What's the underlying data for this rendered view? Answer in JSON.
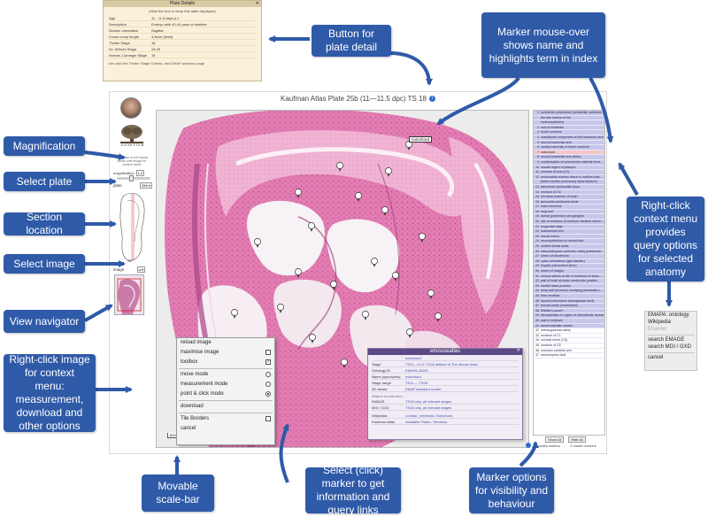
{
  "callouts": {
    "button_plate_detail": "Button for plate detail",
    "marker_mouseover": "Marker mouse-over shows name and highlights term in index",
    "magnification": "Magnification",
    "select_plate": "Select plate",
    "section_location": "Section location",
    "select_image": "Select image",
    "view_navigator": "View navigator",
    "right_click_image": "Right-click image for context menu: measurement, download and other options",
    "right_click_context": "Right-click context menu provides query options for selected anatomy",
    "movable_scalebar": "Movable scale-bar",
    "select_marker": "Select (click) marker to get information and query links",
    "marker_options": "Marker options for visibility and behaviour"
  },
  "plate_details": {
    "title": "Plate Details",
    "subtitle": "(Hide the  icon to keep this table displayed)",
    "rows": [
      {
        "k": "Age",
        "v": "11 - 11.5 days p.c."
      },
      {
        "k": "Description",
        "v": "Embryo with 40-44 pairs of somites"
      },
      {
        "k": "Section orientation",
        "v": "Sagittal"
      },
      {
        "k": "Crown-rump length",
        "v": "4.8mm (fixed)"
      },
      {
        "k": "Theiler Stage",
        "v": "18"
      },
      {
        "k": "Int. Witschi Stage",
        "v": "28-29"
      },
      {
        "k": "Human, Carnegie Stage",
        "v": "15"
      }
    ],
    "footer": "see also the Theiler Stage Criteria, and EMAP anatomy page"
  },
  "app": {
    "title": "Kaufman Atlas Plate 25b (11—11.5 dpc) TS 18",
    "logo_text": "ELSEVIER",
    "mag_note": "Right-click or roll mouse-wheel over image for context menu",
    "mag_label": "magnification",
    "mag_value": "1.4",
    "plate_label": "plate",
    "plate_value": "25b",
    "image_label": "image",
    "image_value": "a",
    "section_label": "25b",
    "scalebar": "800 µm",
    "marker_tip": "notochord"
  },
  "context_menu": {
    "items": [
      {
        "label": "reload image",
        "control": "none"
      },
      {
        "label": "maximise image",
        "control": "check",
        "checked": false
      },
      {
        "label": "toolbox",
        "control": "check",
        "checked": true
      },
      {
        "sep": true
      },
      {
        "label": "move mode",
        "control": "radio",
        "on": false
      },
      {
        "label": "measurement mode",
        "control": "radio",
        "on": false
      },
      {
        "label": "point & click mode",
        "control": "radio",
        "on": true
      },
      {
        "sep": true
      },
      {
        "label": "download",
        "control": "none"
      },
      {
        "sep": true
      },
      {
        "label": "Tile Borders",
        "control": "check",
        "checked": false
      },
      {
        "label": "cancel",
        "control": "none"
      }
    ]
  },
  "popup": {
    "title": "emouseatlas",
    "rows_top": [
      {
        "k": "",
        "v": "notochord"
      },
      {
        "k": "Stage",
        "v": "TS11—11.5, TS18 defined in The Mouse Atlas"
      },
      {
        "k": "Ontology ID",
        "v": "EMAPA:16261"
      },
      {
        "k": "Name (synonyms)",
        "v": "notochord"
      },
      {
        "k": "Stage range",
        "v": "TS11 — TS28"
      },
      {
        "k": "3D viewer",
        "v": "EMAP standard model"
      }
    ],
    "search_head": "Search on this term",
    "rows_search": [
      {
        "k": "EMAGE",
        "v": "TS18 only, all relevant stages"
      },
      {
        "k": "MGI / GXD",
        "v": "TS18 only, all relevant stages"
      }
    ],
    "rows_bottom": [
      {
        "k": "Wikipedia",
        "v": "Lumbar_vertebrae, Notochord"
      },
      {
        "k": "Kaufman Atlas",
        "v": "Available Plates / Sections"
      }
    ]
  },
  "index": {
    "items": [
      {
        "n": "1",
        "label": "cerebellar primordium (cerebellar rudiment derived from dorsal part)"
      },
      {
        "n": "",
        "label": "the alar lamina of the"
      },
      {
        "n": "",
        "label": "metencephalon)"
      },
      {
        "n": "2",
        "label": "roof of hindbrain"
      },
      {
        "n": "3",
        "label": "fourth ventricle"
      },
      {
        "n": "4",
        "label": "mandibular component of first branchial arch"
      },
      {
        "n": "5",
        "label": "second branchial arch"
      },
      {
        "n": "6",
        "label": "caudal extremity of fourth ventricle"
      },
      {
        "n": "7",
        "label": "notochord",
        "sel": true
      },
      {
        "n": "8",
        "label": "second branchial arch artery"
      },
      {
        "n": "9",
        "label": "condensation of sclerotomic material forming centrum of atlas (C1)"
      },
      {
        "n": "10",
        "label": "caudal region of pharynx"
      },
      {
        "n": "11",
        "label": "centrum of axis (C2)"
      },
      {
        "n": "12",
        "label": "endocardial cushion tissue in outflow tract of heart"
      },
      {
        "n": "",
        "label": "(future aortico-pulmonary spiral septum)"
      },
      {
        "n": "13",
        "label": "transverse pericardial sinus"
      },
      {
        "n": "14",
        "label": "centrum of C5"
      },
      {
        "n": "15",
        "label": "left atrial chamber of heart"
      },
      {
        "n": "16",
        "label": "pericardio-peritoneal canal"
      },
      {
        "n": "17",
        "label": "main bronchus"
      },
      {
        "n": "18",
        "label": "lung bud"
      },
      {
        "n": "19",
        "label": "dorsal (posterior) root ganglion"
      },
      {
        "n": "20",
        "label": "site of entrance of common cardinal vein into sinus venosus"
      },
      {
        "n": "21",
        "label": "urogenital ridge"
      },
      {
        "n": "22",
        "label": "subcardinal vein"
      },
      {
        "n": "23",
        "label": "neural lumen"
      },
      {
        "n": "24",
        "label": "neuroepithelium of neural tube"
      },
      {
        "n": "25",
        "label": "midline dorsal aorta"
      },
      {
        "n": "26",
        "label": "intra-embryonic coelomic cavity (peritoneal cavity)"
      },
      {
        "n": "27",
        "label": "lumen of duodenum"
      },
      {
        "n": "28",
        "label": "cystic primordium (gall bladder)"
      },
      {
        "n": "29",
        "label": "hepatic primordium (liver)"
      },
      {
        "n": "30",
        "label": "lumen of midgut"
      },
      {
        "n": "31",
        "label": "venous valves at site of entrance of sinus venosus into atrial chamber of heart"
      },
      {
        "n": "32",
        "label": "wall of heart at bulbo-ventricular junction"
      },
      {
        "n": "33",
        "label": "medial nasal process"
      },
      {
        "n": "34",
        "label": "body wall (thoracic) overlying pericardial cavity"
      },
      {
        "n": "35",
        "label": "third ventricle"
      },
      {
        "n": "36",
        "label": "thyroid primordium (thyroglossal duct)"
      },
      {
        "n": "37",
        "label": "buccal cavity (oropharynx)"
      },
      {
        "n": "38",
        "label": "Rathke's pouch"
      },
      {
        "n": "39",
        "label": "diencephalon in region of infundibular recess"
      },
      {
        "n": "40",
        "label": "wall of midbrain"
      },
      {
        "n": "41",
        "label": "mesencephalic vesicle"
      },
      {
        "n": "42",
        "label": "intersegmental artery",
        "plain": true
      },
      {
        "n": "43",
        "label": "centrum of C1",
        "plain": true
      },
      {
        "n": "44",
        "label": "cervical nerve (C5)",
        "plain": true
      },
      {
        "n": "45",
        "label": "centrum of C5",
        "plain": true
      },
      {
        "n": "46",
        "label": "common cardinal vein",
        "plain": true
      },
      {
        "n": "47",
        "label": "mesonephric duct",
        "plain": true
      }
    ],
    "show_all": "Show All",
    "hide_all": "Hide All",
    "opt_closest": "closest markers",
    "opt_numbers": "marker numbers"
  },
  "query_menu": {
    "items": [
      {
        "label": "EMAPA: ontology"
      },
      {
        "label": "Wikipedia"
      },
      {
        "label": "Elsevier",
        "dim": true
      },
      {
        "sep": true
      },
      {
        "label": "search EMAGE"
      },
      {
        "label": "search MGI / GXD"
      },
      {
        "sep": true
      },
      {
        "label": "cancel"
      }
    ]
  },
  "colors": {
    "callout": "#2f5aa8",
    "tissue": "#d86aa6",
    "index_band": "#c7c7ea",
    "index_selected": "#f4c6c6"
  }
}
